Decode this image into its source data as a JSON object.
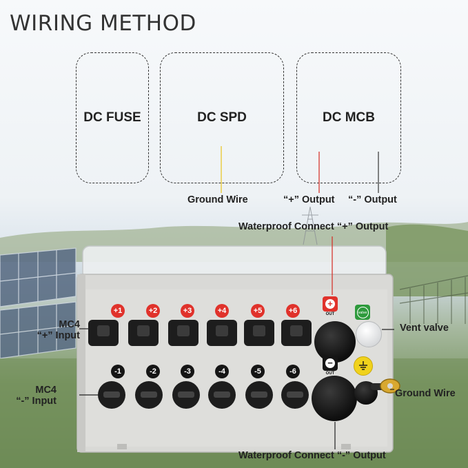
{
  "title": "WIRING METHOD",
  "boxes": {
    "fuse": "DC FUSE",
    "spd": "DC SPD",
    "mcb": "DC MCB"
  },
  "labels": {
    "ground_wire_top": "Ground Wire",
    "plus_output": "“+” Output",
    "minus_output": "“-” Output",
    "waterproof_plus": "Waterproof Connect “+” Output",
    "waterproof_minus": "Waterproof Connect “-” Output",
    "mc4_plus_line1": "MC4",
    "mc4_plus_line2": "“+” Input",
    "mc4_minus_line1": "MC4",
    "mc4_minus_line2": "“-” Input",
    "vent_valve": "Vent valve",
    "ground_wire_right": "Ground Wire"
  },
  "badges_plus": [
    "+1",
    "+2",
    "+3",
    "+4",
    "+5",
    "+6"
  ],
  "badges_minus": [
    "-1",
    "-2",
    "-3",
    "-4",
    "-5",
    "-6"
  ],
  "out_icons": {
    "plus_symbol": "+",
    "minus_symbol": "−",
    "out_text": "OUT",
    "valve_text": "valve"
  },
  "colors": {
    "badge_red": "#e0322b",
    "badge_black": "#151515",
    "valve_green": "#2e9a3c",
    "ground_yellow": "#f0d21c",
    "enclosure": "#d8d8d5"
  }
}
